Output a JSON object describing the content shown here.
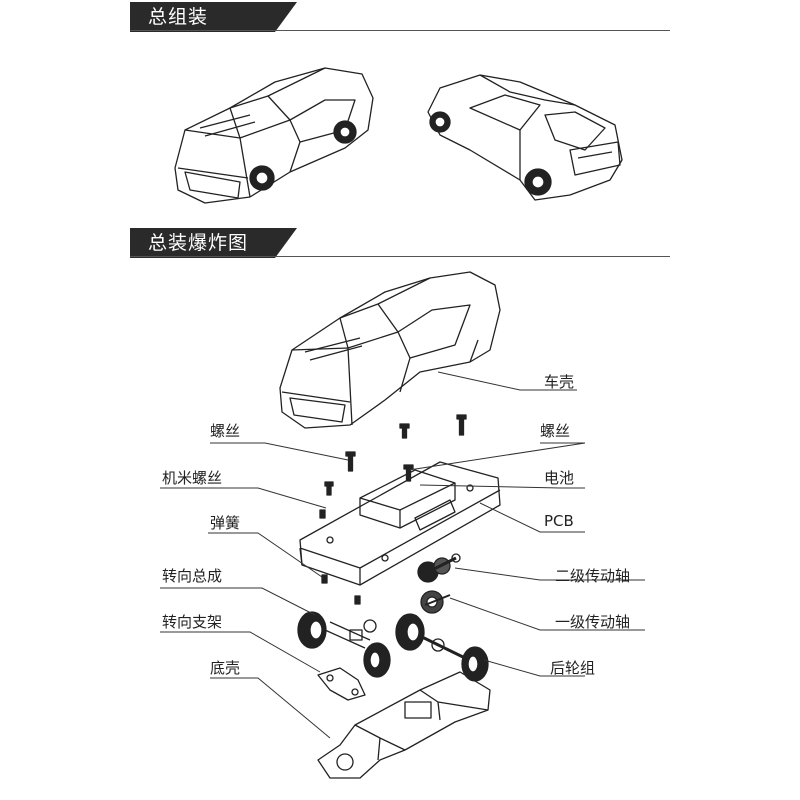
{
  "sections": {
    "assembly": {
      "title": "总组装"
    },
    "exploded": {
      "title": "总装爆炸图"
    }
  },
  "labels": {
    "body_shell": "车壳",
    "screw_left": "螺丝",
    "screw_right": "螺丝",
    "machine_screw": "机米螺丝",
    "battery": "电池",
    "spring": "弹簧",
    "pcb": "PCB",
    "steering_assembly": "转向总成",
    "secondary_shaft": "二级传动轴",
    "primary_shaft": "一级传动轴",
    "steering_bracket": "转向支架",
    "rear_wheel_group": "后轮组",
    "chassis_base": "底壳"
  }
}
